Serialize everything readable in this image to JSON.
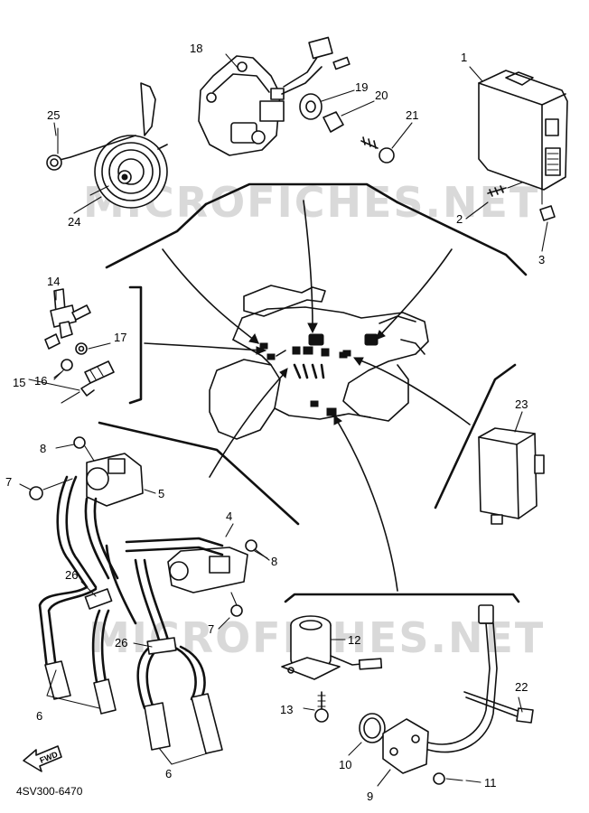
{
  "watermark": "MICROFICHES.NET",
  "diagram_code": "4SV300-6470",
  "forward_label": "FWD",
  "callouts": {
    "c1": "1",
    "c2": "2",
    "c3": "3",
    "c4": "4",
    "c5": "5",
    "c6a": "6",
    "c6b": "6",
    "c7a": "7",
    "c7b": "7",
    "c8a": "8",
    "c8b": "8",
    "c9": "9",
    "c10": "10",
    "c11": "11",
    "c12": "12",
    "c13": "13",
    "c14": "14",
    "c15": "15",
    "c16": "16",
    "c17": "17",
    "c18": "18",
    "c19": "19",
    "c20": "20",
    "c21": "21",
    "c22": "22",
    "c23": "23",
    "c24": "24",
    "c25": "25",
    "c26a": "26",
    "c26b": "26"
  }
}
